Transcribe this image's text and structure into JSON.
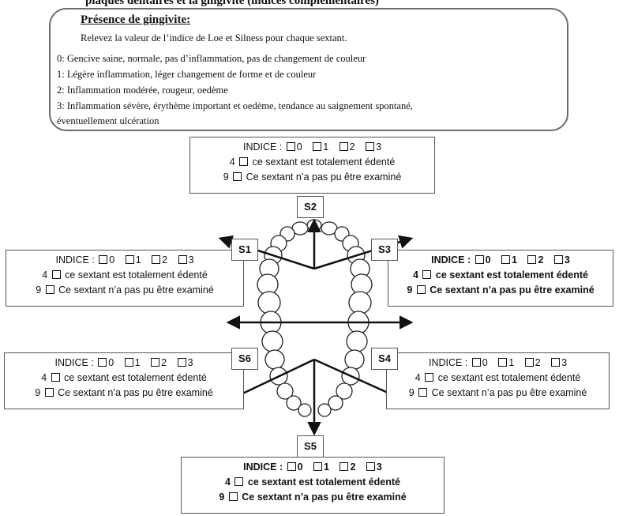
{
  "header_cut": "plaques dentaires et la gingivite (indices complémentaires)",
  "legend": {
    "title": "Présence de gingivite:",
    "intro": "Relevez la valeur de l’indice de Loe et Silness pour chaque sextant.",
    "lines": [
      "0: Gencive saine, normale, pas d’inflammation, pas de changement de couleur",
      "1: Légère inflammation, léger changement de  forme et de couleur",
      "2: Inflammation modérée, rougeur, oedème",
      "3: Inflammation sévère, érythème important et oedème, tendance au saignement spontané,",
      "éventuellement ulcération"
    ]
  },
  "form": {
    "indice_label": "INDICE :",
    "options": [
      "0",
      "1",
      "2",
      "3"
    ],
    "edente_prefix": "4",
    "edente_text": "ce sextant est totalement édenté",
    "non_examine_prefix": "9",
    "non_examine_text": "Ce sextant n’a pas pu être examiné"
  },
  "sextants": {
    "s1": "S1",
    "s2": "S2",
    "s3": "S3",
    "s4": "S4",
    "s5": "S5",
    "s6": "S6"
  }
}
